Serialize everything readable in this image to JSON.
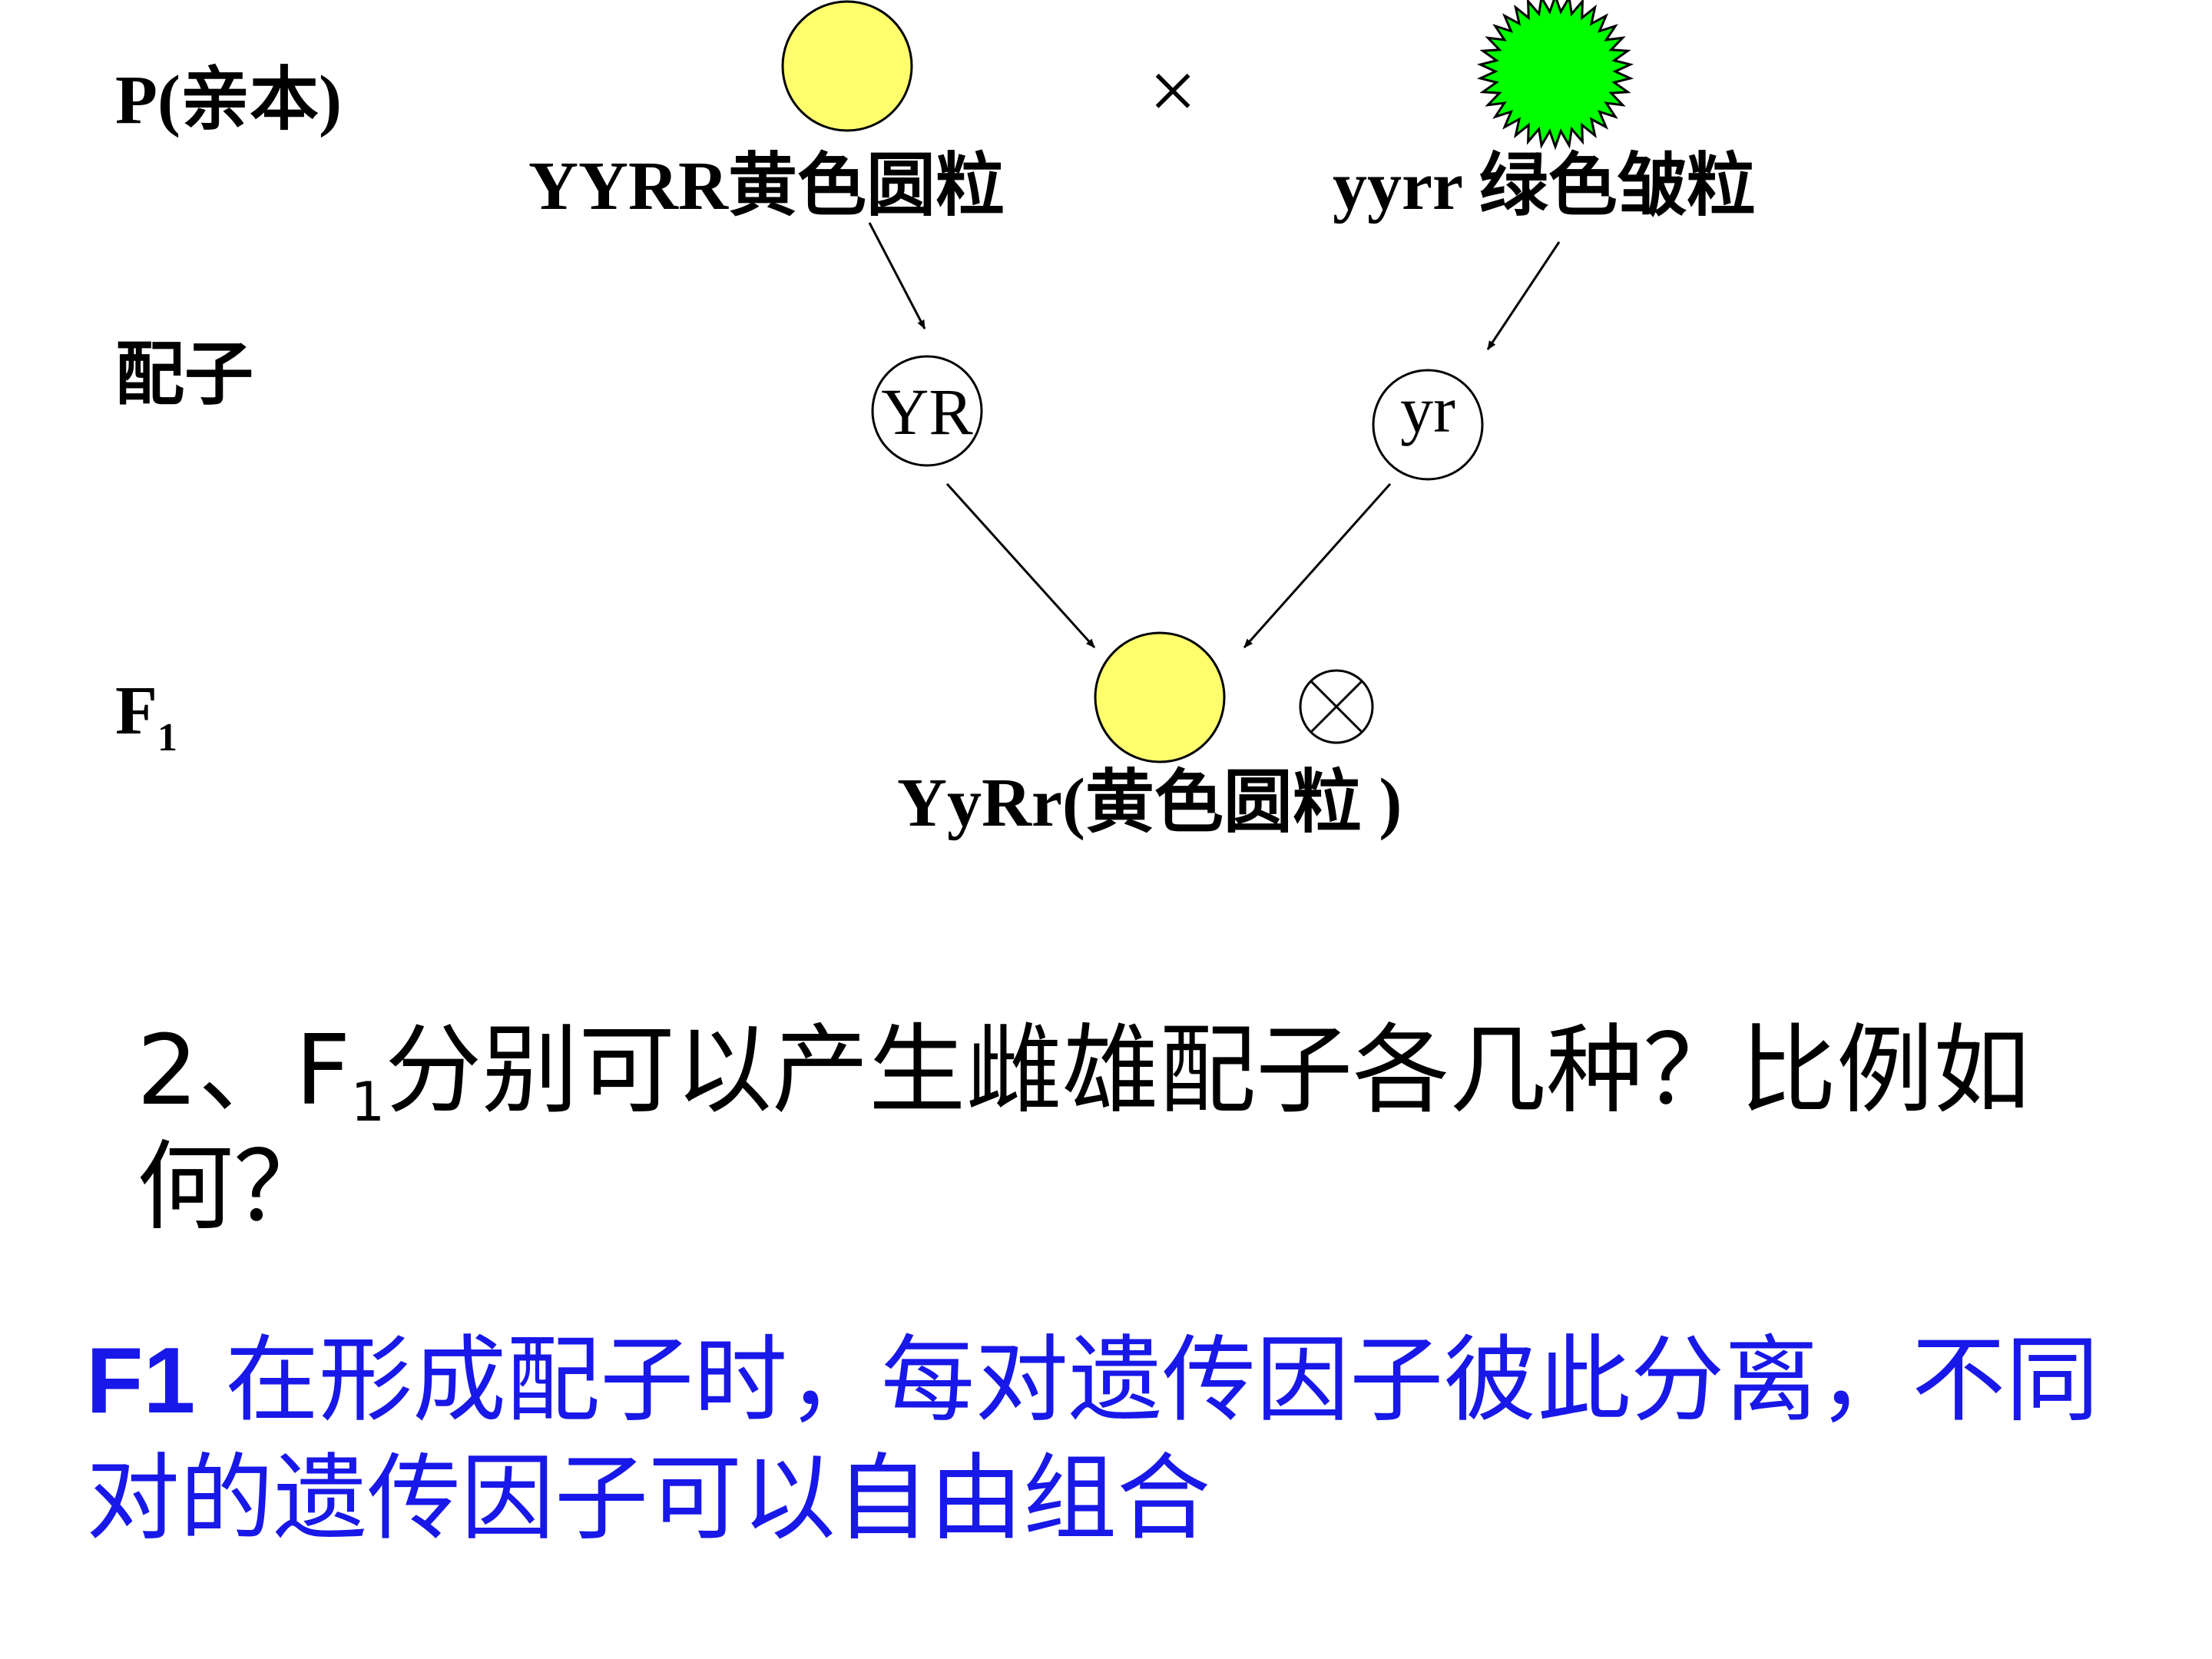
{
  "colors": {
    "yellow_seed": "#ffff6e",
    "green_seed": "#00ff00",
    "answer_text": "#1818e8",
    "ink": "#000000"
  },
  "icons": {
    "parent_yellow": "yellow-round-seed-icon",
    "parent_green": "green-wrinkled-seed-icon",
    "cross": "multiply-cross-icon",
    "selfing": "circled-times-self-cross-icon",
    "offspring": "yellow-round-seed-icon"
  },
  "rows": {
    "parent_label": "P(亲本)",
    "gamete_label": "配子",
    "f1_label_main": "F",
    "f1_label_sub": "1"
  },
  "diagram": {
    "cross_symbol": "×",
    "parent_left_label": "YYRR黄色圆粒",
    "parent_right_label": "yyrr 绿色皱粒",
    "gamete_left": "YR",
    "gamete_right": "yr",
    "offspring_label": "YyRr(黄色圆粒 )"
  },
  "question": {
    "prefix": "2、F",
    "sub": "1",
    "rest": "分别可以产生雌雄配子各几种？比例如何？"
  },
  "answer": {
    "lead": "F1",
    "text": " 在形成配子时，每对遗传因子彼此分离，不同对的遗传因子可以自由组合"
  }
}
